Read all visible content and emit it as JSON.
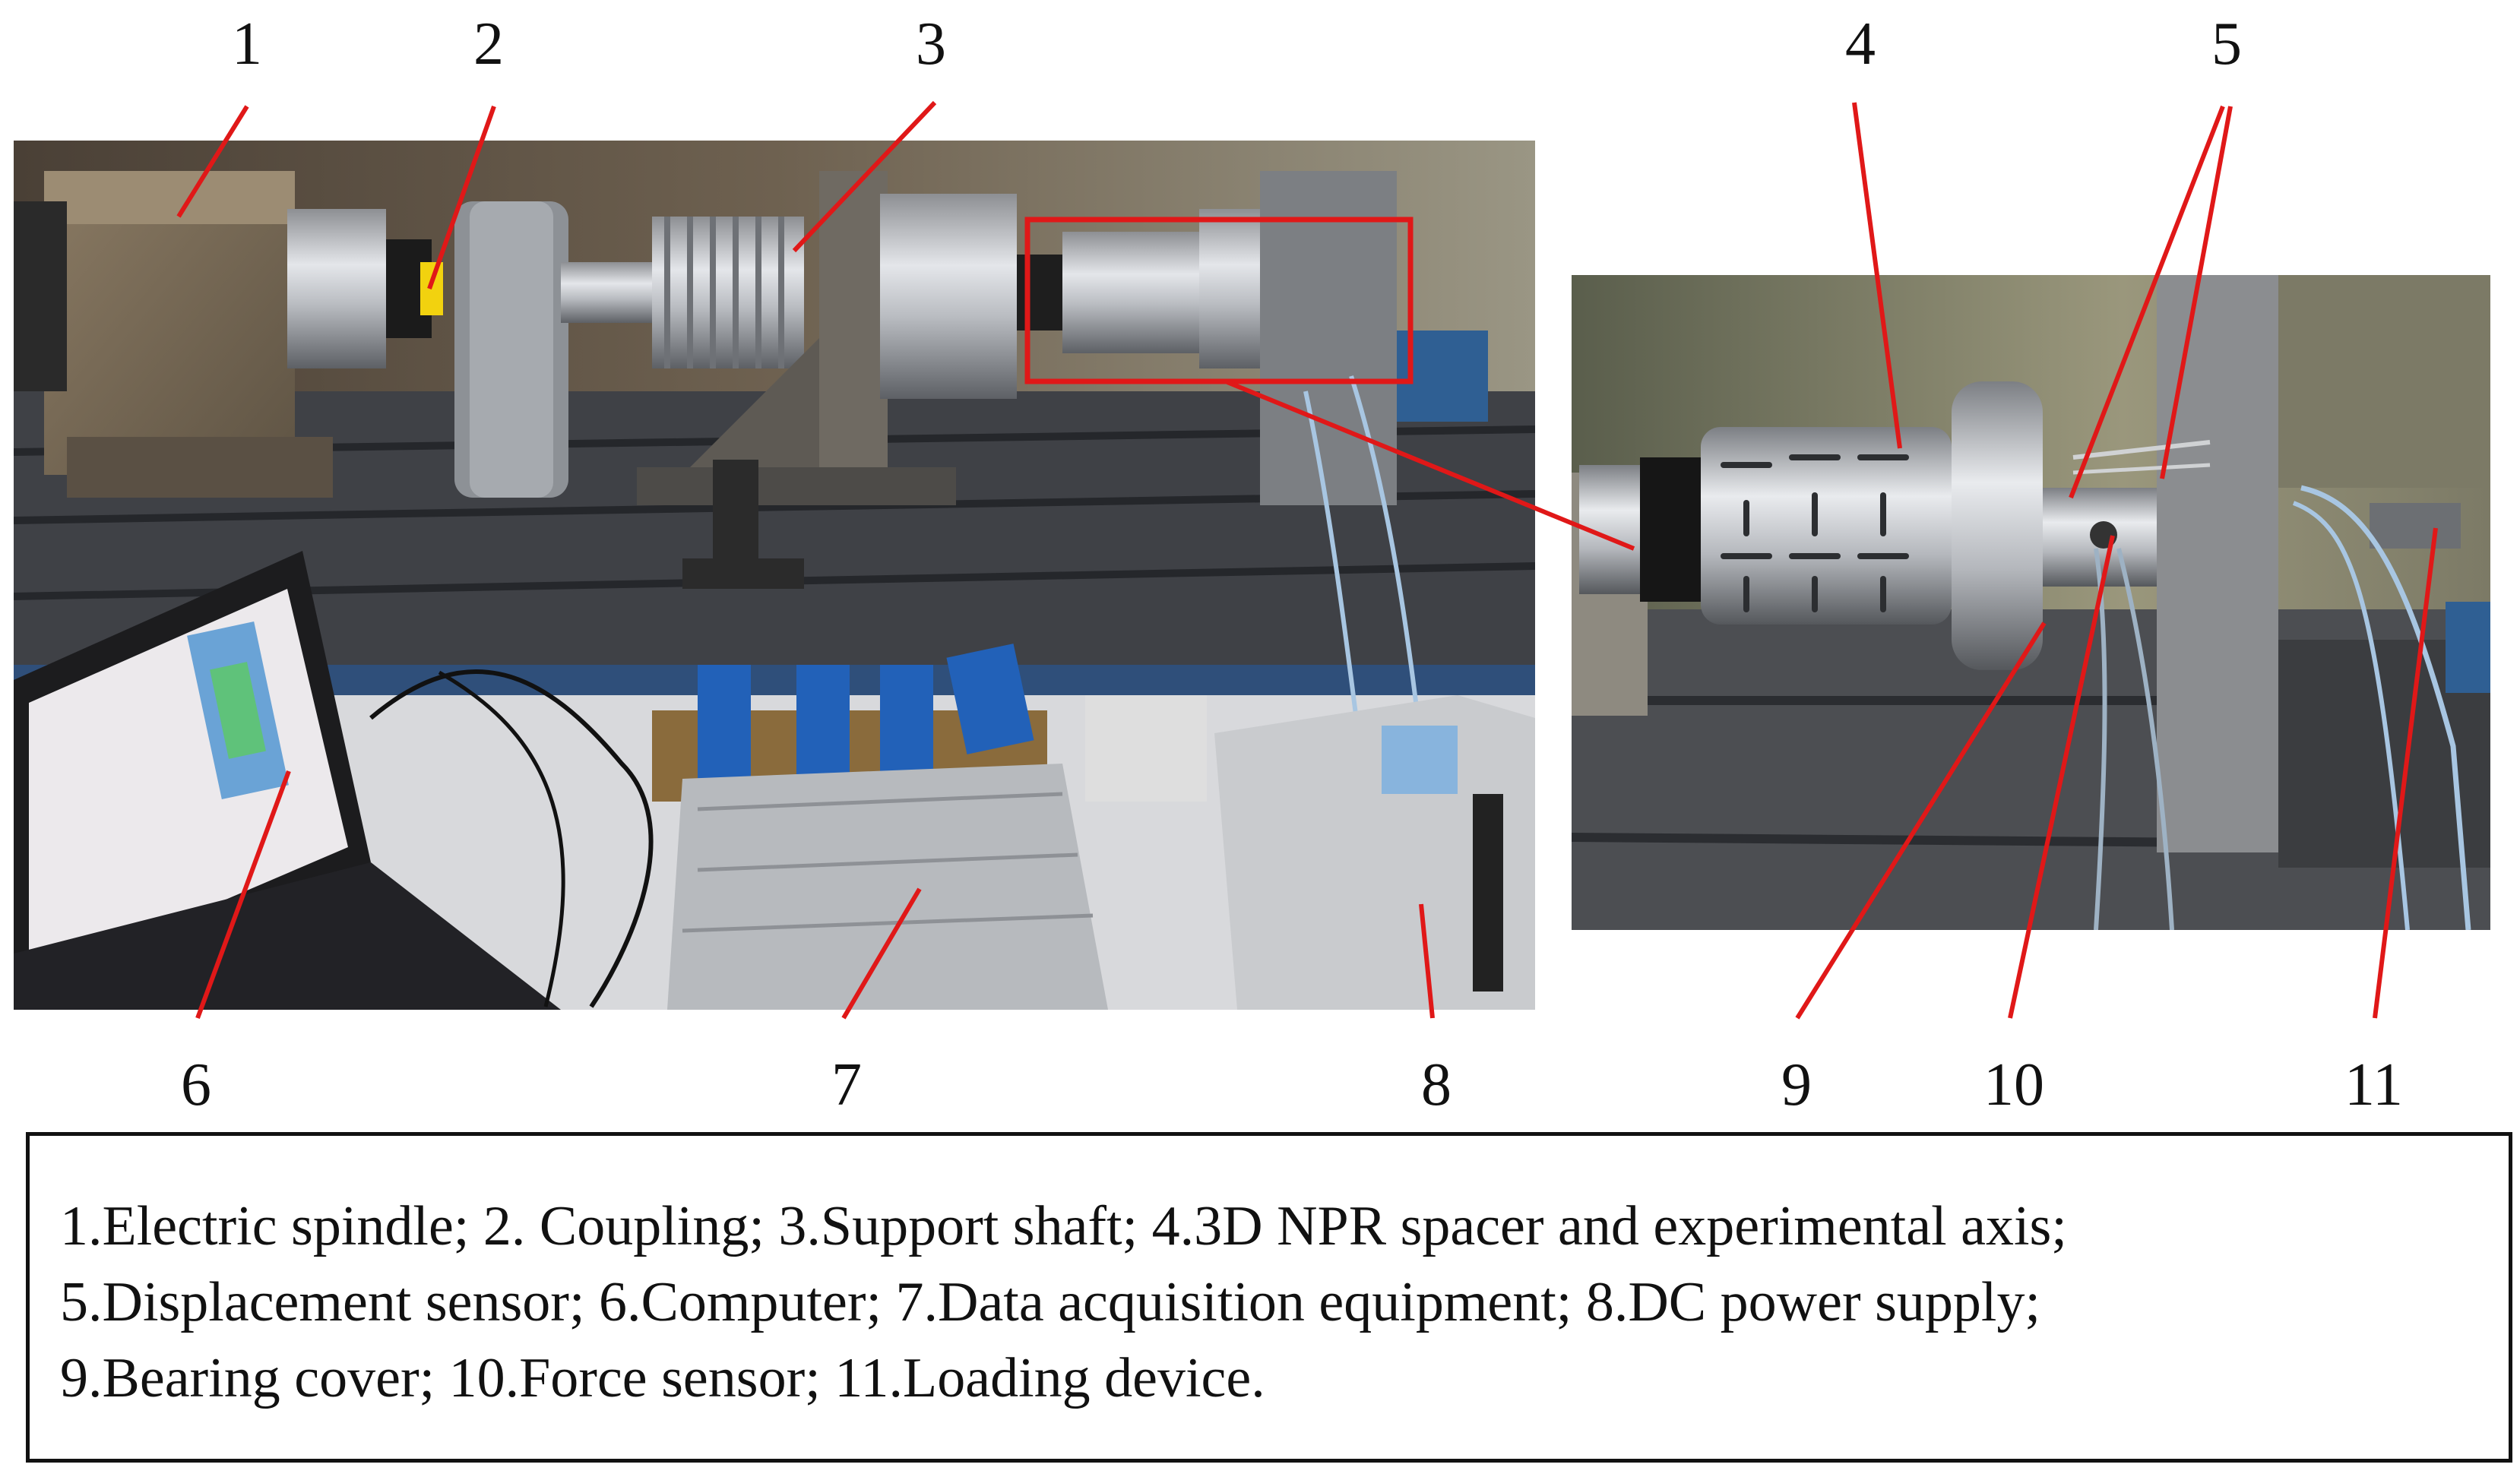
{
  "callouts": [
    "1",
    "2",
    "3",
    "4",
    "5",
    "6",
    "7",
    "8",
    "9",
    "10",
    "11"
  ],
  "legend": {
    "line1": "1.Electric spindle;  2. Coupling; 3.Support shaft; 4.3D NPR spacer and experimental axis;",
    "line2": "5.Displacement sensor; 6.Computer; 7.Data acquisition equipment; 8.DC power supply;",
    "line3": "9.Bearing cover; 10.Force sensor; 11.Loading device."
  },
  "colors": {
    "callout_line": "#e01818",
    "highlight_box": "#e01818",
    "text": "#111111"
  }
}
